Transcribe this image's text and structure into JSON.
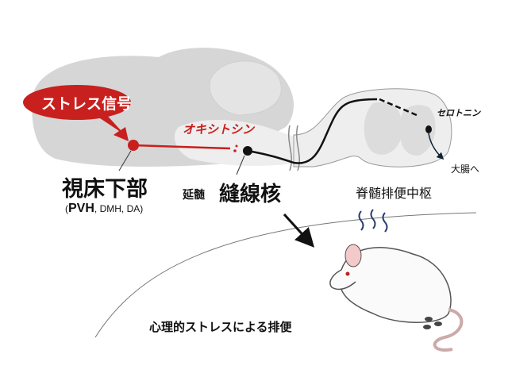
{
  "labels": {
    "stress_signal": "ストレス信号",
    "oxytocin": "オキシトシン",
    "serotonin": "セロトニン",
    "to_colon": "大腸へ",
    "hypothalamus": "視床下部",
    "hypothalamus_sub_bold": "PVH",
    "hypothalamus_sub_rest": ", DMH, DA)",
    "hypothalamus_sub_open": "(",
    "medulla": "延髄",
    "raphe": "縫線核",
    "spinal_center": "脊髄排便中枢",
    "caption": "心理的ストレスによる排便"
  },
  "colors": {
    "accent": "#cc1a1a",
    "brain": "#d6d6d6",
    "spine": "#eeeeee"
  }
}
